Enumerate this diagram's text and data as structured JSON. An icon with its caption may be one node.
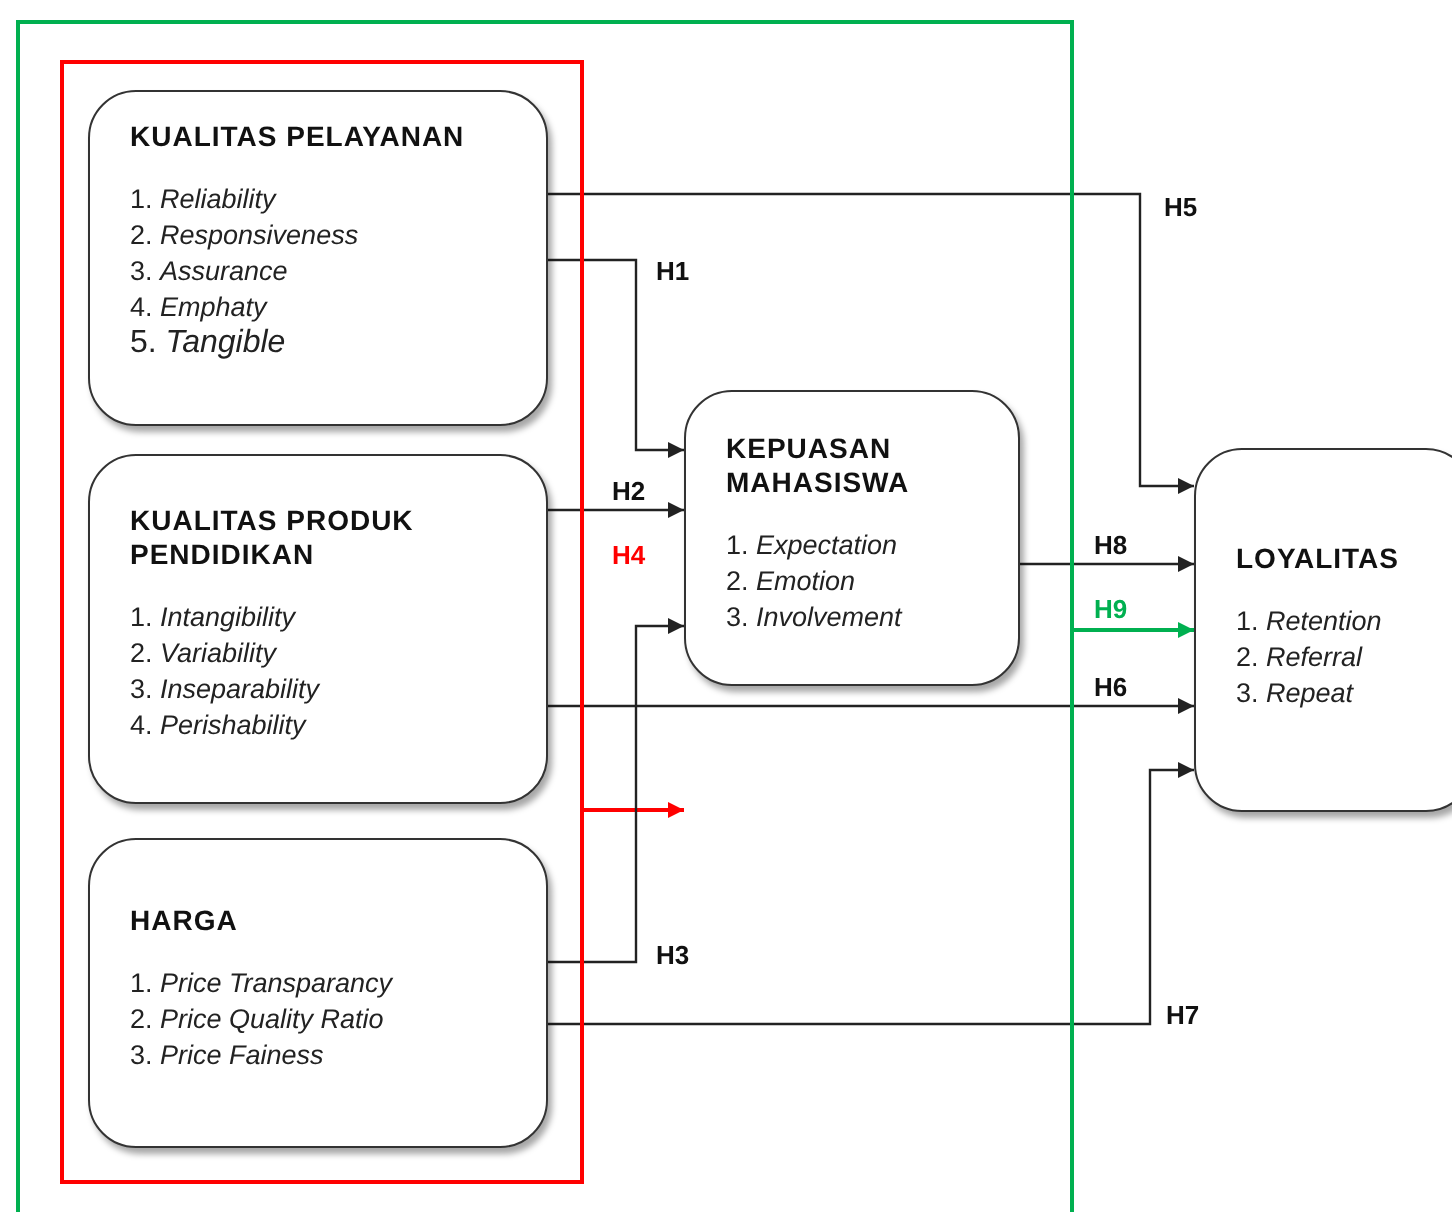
{
  "diagram": {
    "nodes": [
      {
        "text": [],
        "shape": "box"
      },
      {
        "text": [],
        "shape": "box",
        "in": 0
      },
      {
        "text": [
          "KUALITAS PELAYANAN",
          "1. *Reliability*",
          "2. *Responsiveness*",
          "3. *Assurance*",
          "4. *Emphaty*",
          "5. *Tangible*"
        ],
        "in": 1
      },
      {
        "text": [
          "KUALITAS PRODUK PENDIDIKAN",
          "1. *Intangibility*",
          "2. *Variability*",
          "3. *Inseparability*",
          "4. *Perishability*"
        ],
        "in": 1
      },
      {
        "text": [
          "HARGA",
          "1. *Price Transparancy*",
          "2. *Price Quality Ratio*",
          "3. *Price Fainess*"
        ],
        "in": 1
      },
      {
        "text": [
          "KEPUASAN MAHASISWA",
          "1. *Expectation*",
          "2. *Emotion*",
          "3. *Involvement*"
        ],
        "in": 0
      },
      {
        "text": [
          "LOYALITAS",
          "1. *Retention*",
          "2. *Referral*",
          "3. *Repeat*"
        ]
      }
    ],
    "edges": [
      {
        "from": 2,
        "to": 6,
        "arrow": "to",
        "label": "H5"
      },
      {
        "from": 2,
        "to": 5,
        "arrow": "to",
        "label": "H1"
      },
      {
        "from": 3,
        "to": 5,
        "arrow": "to",
        "label": "H2"
      },
      {
        "from": 1,
        "to": null,
        "arrow": "to",
        "color": "#ff0000"
      },
      {
        "from": 5,
        "to": 6,
        "arrow": "to",
        "label": "H8"
      },
      {
        "from": 0,
        "to": 6,
        "arrow": "to",
        "label": "H9",
        "color": "#00b050"
      },
      {
        "from": 3,
        "to": 6,
        "arrow": "to",
        "label": "H6"
      },
      {
        "from": 4,
        "to": 5,
        "arrow": "to",
        "label": "H3"
      },
      {
        "from": 4,
        "to": 6,
        "arrow": "to",
        "label": "H7"
      }
    ],
    "labels": [
      "H4"
    ]
  }
}
